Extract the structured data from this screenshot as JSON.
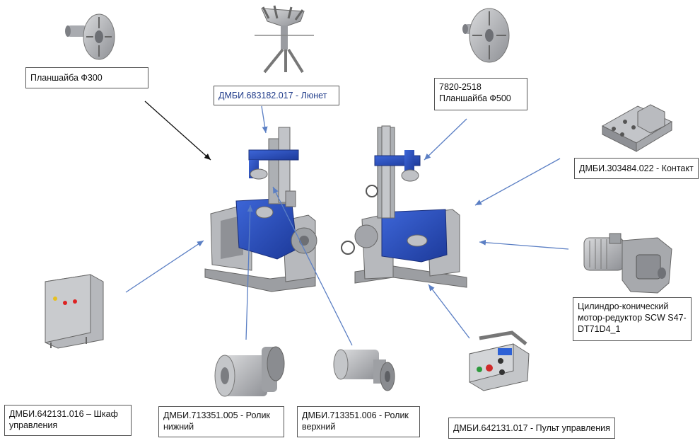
{
  "labels": {
    "faceplate_300": "Планшайба Ф300",
    "steady_rest": "ДМБИ.683182.017 - Люнет",
    "faceplate_500": "7820-2518 Планшайба Ф500",
    "contact": "ДМБИ.303484.022 - Контакт",
    "gear_motor": "Цилиндро-конический мотор-редуктор  SCW S47-DT71D4_1",
    "control_cabinet": "ДМБИ.642131.016 – Шкаф управления",
    "lower_roller": "ДМБИ.713351.005  - Ролик нижний",
    "upper_roller": "ДМБИ.713351.006 - Ролик верхний",
    "control_pendant": "ДМБИ.642131.017 - Пульт управления"
  },
  "colors": {
    "machine_blue": "#2a4fc0",
    "machine_gray": "#b4b6ba",
    "arrow_blue": "#5b7fc4",
    "arrow_black": "#111111",
    "label_blue_text": "#1f3b8a"
  }
}
